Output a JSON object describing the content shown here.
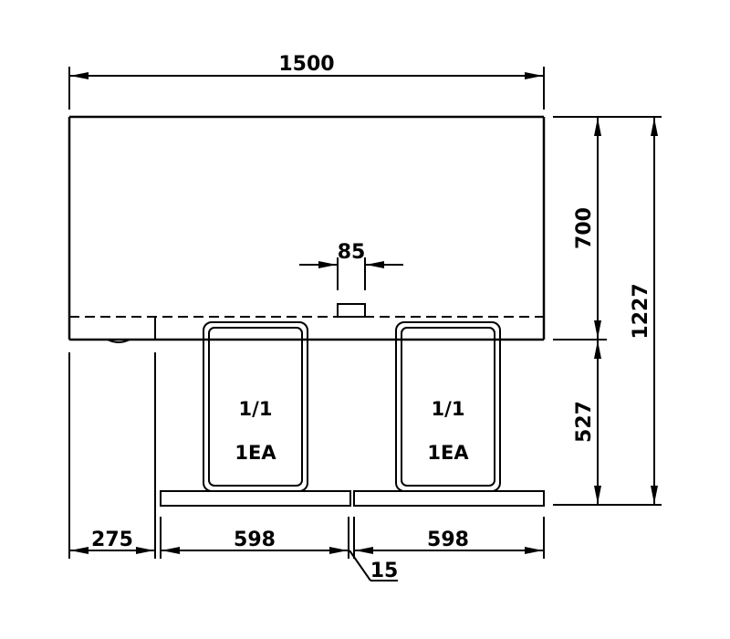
{
  "dimensions": {
    "overall_width": "1500",
    "upper_height": "700",
    "lower_height": "527",
    "total_height": "1227",
    "nozzle_width": "85",
    "left_offset": "275",
    "left_shelf_width": "598",
    "right_shelf_width": "598",
    "shelf_gap": "15"
  },
  "pans": [
    {
      "size": "1/1",
      "qty": "1EA"
    },
    {
      "size": "1/1",
      "qty": "1EA"
    }
  ],
  "colors": {
    "line": "#000000",
    "background": "#ffffff"
  }
}
